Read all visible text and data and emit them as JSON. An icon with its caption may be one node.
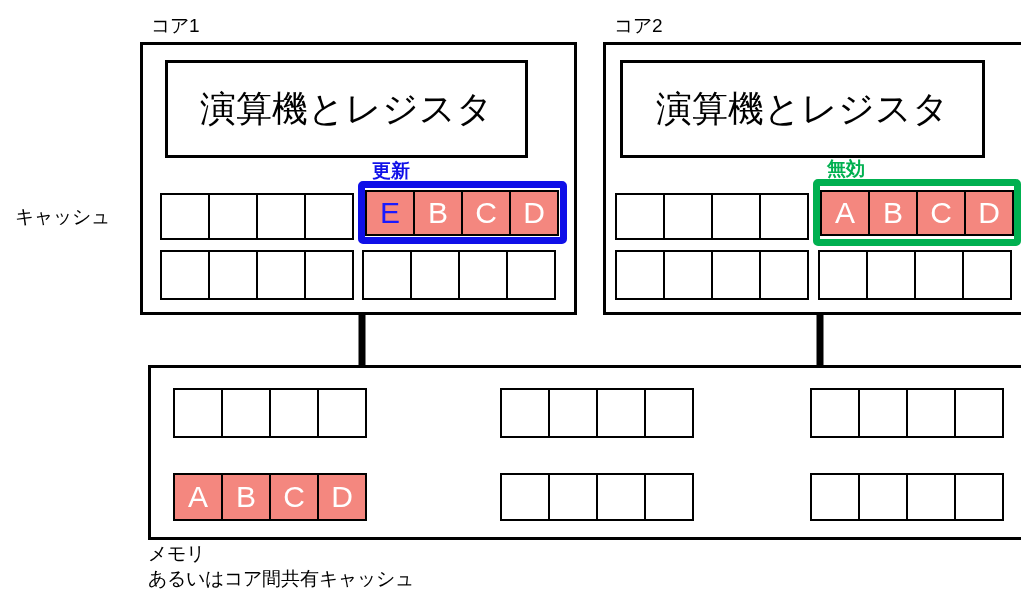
{
  "diagram": {
    "nodes": [
      {
        "text": [
          "コア1"
        ]
      },
      {
        "text": [
          "演算機とレジスタ"
        ],
        "in": 0
      },
      {
        "text": [],
        "shape": "box",
        "in": 0
      },
      {
        "text": [],
        "shape": "box",
        "in": 0
      },
      {
        "text": [],
        "shape": "box",
        "in": 0
      },
      {
        "text": [],
        "shape": "box",
        "in": 0
      },
      {
        "text": [
          "更新"
        ],
        "in": 0
      },
      {
        "text": [
          "E"
        ],
        "in": 6
      },
      {
        "text": [
          "B"
        ],
        "in": 6
      },
      {
        "text": [
          "C"
        ],
        "in": 6
      },
      {
        "text": [
          "D"
        ],
        "in": 6
      },
      {
        "text": [],
        "shape": "box",
        "in": 0
      },
      {
        "text": [],
        "shape": "box",
        "in": 0
      },
      {
        "text": [],
        "shape": "box",
        "in": 0
      },
      {
        "text": [],
        "shape": "box",
        "in": 0
      },
      {
        "text": [],
        "shape": "box",
        "in": 0
      },
      {
        "text": [],
        "shape": "box",
        "in": 0
      },
      {
        "text": [],
        "shape": "box",
        "in": 0
      },
      {
        "text": [],
        "shape": "box",
        "in": 0
      },
      {
        "text": [
          "コア2"
        ]
      },
      {
        "text": [
          "演算機とレジスタ"
        ],
        "in": 19
      },
      {
        "text": [],
        "shape": "box",
        "in": 19
      },
      {
        "text": [],
        "shape": "box",
        "in": 19
      },
      {
        "text": [],
        "shape": "box",
        "in": 19
      },
      {
        "text": [],
        "shape": "box",
        "in": 19
      },
      {
        "text": [
          "無効"
        ],
        "in": 19
      },
      {
        "text": [
          "A"
        ],
        "in": 25
      },
      {
        "text": [
          "B"
        ],
        "in": 25
      },
      {
        "text": [
          "C"
        ],
        "in": 25
      },
      {
        "text": [
          "D"
        ],
        "in": 25
      },
      {
        "text": [],
        "shape": "box",
        "in": 19
      },
      {
        "text": [],
        "shape": "box",
        "in": 19
      },
      {
        "text": [],
        "shape": "box",
        "in": 19
      },
      {
        "text": [],
        "shape": "box",
        "in": 19
      },
      {
        "text": [],
        "shape": "box",
        "in": 19
      },
      {
        "text": [],
        "shape": "box",
        "in": 19
      },
      {
        "text": [],
        "shape": "box",
        "in": 19
      },
      {
        "text": [],
        "shape": "box",
        "in": 19
      },
      {
        "text": [
          "メモリ",
          "あるいはコア間共有キャッシュ"
        ]
      },
      {
        "text": [],
        "shape": "box",
        "in": 38
      },
      {
        "text": [],
        "shape": "box",
        "in": 38
      },
      {
        "text": [],
        "shape": "box",
        "in": 38
      },
      {
        "text": [],
        "shape": "box",
        "in": 38
      },
      {
        "text": [],
        "shape": "box",
        "in": 38
      },
      {
        "text": [],
        "shape": "box",
        "in": 38
      },
      {
        "text": [],
        "shape": "box",
        "in": 38
      },
      {
        "text": [],
        "shape": "box",
        "in": 38
      },
      {
        "text": [],
        "shape": "box",
        "in": 38
      },
      {
        "text": [],
        "shape": "box",
        "in": 38
      },
      {
        "text": [],
        "shape": "box",
        "in": 38
      },
      {
        "text": [],
        "shape": "box",
        "in": 38
      },
      {
        "text": [
          "A"
        ],
        "in": 38
      },
      {
        "text": [
          "B"
        ],
        "in": 38
      },
      {
        "text": [
          "C"
        ],
        "in": 38
      },
      {
        "text": [
          "D"
        ],
        "in": 38
      },
      {
        "text": [],
        "shape": "box",
        "in": 38
      },
      {
        "text": [],
        "shape": "box",
        "in": 38
      },
      {
        "text": [],
        "shape": "box",
        "in": 38
      },
      {
        "text": [],
        "shape": "box",
        "in": 38
      },
      {
        "text": [],
        "shape": "box",
        "in": 38
      },
      {
        "text": [],
        "shape": "box",
        "in": 38
      },
      {
        "text": [],
        "shape": "box",
        "in": 38
      },
      {
        "text": [],
        "shape": "box",
        "in": 38
      }
    ],
    "edges": [
      {
        "from": 0,
        "to": 38,
        "arrow": "none"
      },
      {
        "from": 19,
        "to": 38,
        "arrow": "none"
      }
    ],
    "labels": [
      "キャッシュ"
    ]
  }
}
